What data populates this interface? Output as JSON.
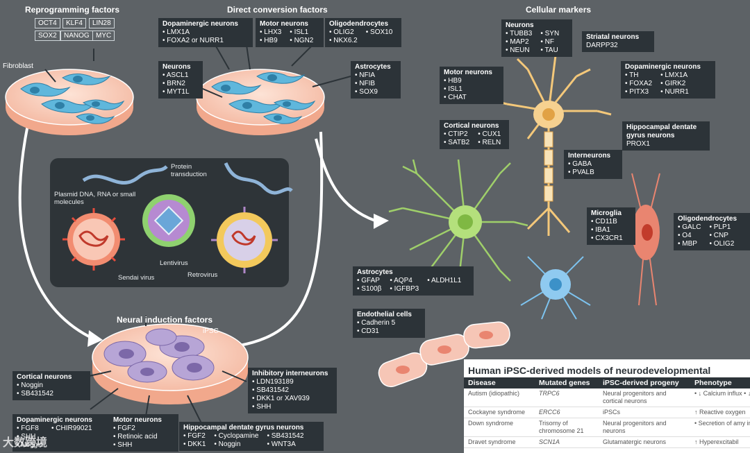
{
  "reprogramming": {
    "title": "Reprogramming factors",
    "factors": [
      "OCT4",
      "KLF4",
      "LIN28",
      "SOX2",
      "NANOG",
      "MYC"
    ]
  },
  "direct": {
    "title": "Direct conversion factors"
  },
  "fibroblast": "Fibroblast",
  "boxes": {
    "dopaminergic": {
      "title": "Dopaminergic neurons",
      "items": [
        "• LMX1A",
        "• FOXA2 or NURR1"
      ]
    },
    "motor": {
      "title": "Motor neurons",
      "items": [
        "• LHX3",
        "• HB9",
        "• ISL1",
        "• NGN2"
      ]
    },
    "oligo": {
      "title": "Oligodendrocytes",
      "items": [
        "• OLIG2",
        "• NKX6.2",
        "• SOX10"
      ]
    },
    "neurons": {
      "title": "Neurons",
      "items": [
        "• ASCL1",
        "• BRN2",
        "• MYT1L"
      ]
    },
    "astro": {
      "title": "Astrocytes",
      "items": [
        "• NFIA",
        "• NFIB",
        "• SOX9"
      ]
    }
  },
  "panel": {
    "protein": "Protein transduction",
    "plasmid": "Plasmid DNA, RNA or small molecules",
    "lentivirus": "Lentivirus",
    "sendai": "Sendai virus",
    "retrovirus": "Retrovirus"
  },
  "induction": {
    "title": "Neural induction factors",
    "ipsc": "iPSC",
    "cortical": {
      "title": "Cortical neurons",
      "items": [
        "• Noggin",
        "• SB431542"
      ]
    },
    "inhibitory": {
      "title": "Inhibitory interneurons",
      "items": [
        "• LDN193189",
        "• SB431542",
        "• DKK1 or XAV939",
        "• SHH"
      ]
    },
    "dopaminergic": {
      "title": "Dopaminergic neurons",
      "items": [
        "• FGF8",
        "• CHIR99021",
        "• SHH",
        "• Noggin"
      ]
    },
    "motor": {
      "title": "Motor neurons",
      "items": [
        "• FGF2",
        "• Retinoic acid",
        "• SHH"
      ]
    },
    "hippo": {
      "title": "Hippocampal dentate gyrus neurons",
      "items": [
        "• FGF2",
        "• DKK1",
        "• Cyclopamine",
        "• Noggin",
        "• SB431542",
        "• WNT3A"
      ]
    }
  },
  "markers": {
    "title": "Cellular markers",
    "neurons": {
      "title": "Neurons",
      "items": [
        "• TUBB3",
        "• MAP2",
        "• NEUN",
        "• SYN",
        "• NF",
        "• TAU"
      ]
    },
    "striatal": {
      "title": "Striatal neurons",
      "items": [
        "DARPP32"
      ]
    },
    "dopaminergic": {
      "title": "Dopaminergic neurons",
      "items": [
        "• TH",
        "• FOXA2",
        "• PITX3",
        "• LMX1A",
        "• GIRK2",
        "• NURR1"
      ]
    },
    "motor": {
      "title": "Motor neurons",
      "items": [
        "• HB9",
        "• ISL1",
        "• CHAT"
      ]
    },
    "cortical": {
      "title": "Cortical neurons",
      "items": [
        "• CTIP2",
        "• SATB2",
        "• CUX1",
        "• RELN"
      ]
    },
    "hippo": {
      "title": "Hippocampal dentate gyrus neurons",
      "items": [
        "PROX1"
      ]
    },
    "inter": {
      "title": "Interneurons",
      "items": [
        "• GABA",
        "• PVALB"
      ]
    },
    "microglia": {
      "title": "Microglia",
      "items": [
        "• CD11B",
        "• IBA1",
        "• CX3CR1"
      ]
    },
    "oligo": {
      "title": "Oligodendrocytes",
      "items": [
        "• GALC",
        "• O4",
        "• MBP",
        "• PLP1",
        "• CNP",
        "• OLIG2"
      ]
    },
    "astro": {
      "title": "Astrocytes",
      "items": [
        "• GFAP",
        "• S100β",
        "• AQP4",
        "• IGFBP3",
        "• ALDH1L1"
      ]
    },
    "endo": {
      "title": "Endothelial cells",
      "items": [
        "• Cadherin 5",
        "• CD31"
      ]
    }
  },
  "table": {
    "title": "Human iPSC-derived models of neurodevelopmental",
    "headers": [
      "Disease",
      "Mutated genes",
      "iPSC-derived progeny",
      "Phenotype"
    ],
    "rows": [
      [
        "Autism (idiopathic)",
        "TRPC6",
        "Neural progenitors and cortical neurons",
        "• ↓ Calcium influx • ↓ Neurite length"
      ],
      [
        "Cockayne syndrome",
        "ERCC6",
        "iPSCs",
        "↑ Reactive oxygen"
      ],
      [
        "Down syndrome",
        "Trisomy of chromosome 21",
        "Neural progenitors and neurons",
        "• Secretion of amy insoluble amyloi • Hyperphosphory"
      ],
      [
        "Dravet syndrome",
        "SCN1A",
        "Glutamatergic neurons",
        "↑ Hyperexcitabil"
      ]
    ]
  },
  "watermark": "大数跨境"
}
